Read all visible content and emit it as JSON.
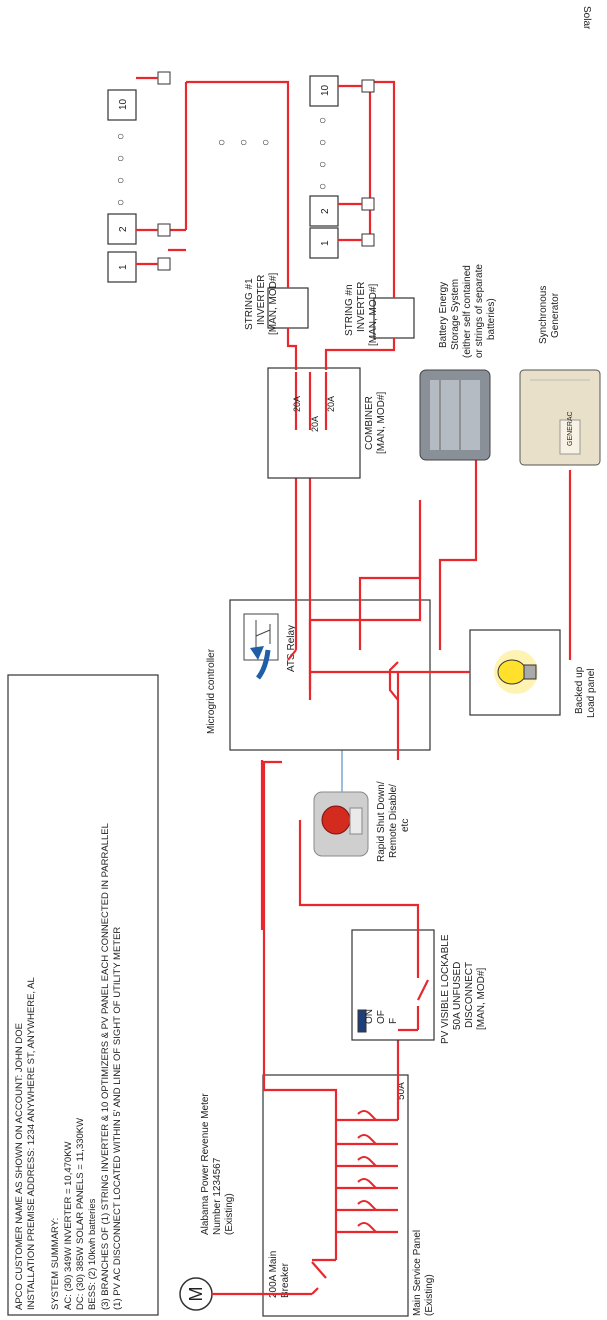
{
  "corner_label": "Solar",
  "summary": {
    "line1": "APCO CUSTOMER NAME AS SHOWN ON ACCOUNT: JOHN DOE",
    "line2": "INSTALLATION PREMISE ADDRESS: 1234 ANYWHERE ST, ANYWHERE, AL",
    "line3": "SYSTEM SUMMARY:",
    "line4": "AC: (30) 349W INVERTER = 10,470KW",
    "line5": "DC: (30) 385W SOLAR PANELS = 11,330KW",
    "line6": "BESS: (2) 10kwh batteries",
    "line7": "(3) BRANCHES OF (1) STRING INVERTER & 10 OPTIMIZERS & PV PANEL EACH CONNECTED IN PARRALLEL",
    "line8": "(1) PV AC DISCONNECT LOCATED WITHIN 5' AND LINE OF SIGHT OF UTILITY METER"
  },
  "meter": {
    "symbol": "M",
    "line1": "Alabama Power Revenue Meter",
    "line2": "Number 1234567",
    "line3": "(Existing)"
  },
  "main_panel": {
    "line1": "Main Service Panel",
    "line2": "(Existing)",
    "main_breaker_1": "200A Main",
    "main_breaker_2": "Breaker",
    "branch": "50A"
  },
  "disconnect": {
    "line1": "PV VISIBLE LOCKABLE",
    "line2": "50A UNFUSED",
    "line3": "DISCONNECT",
    "line4": "[MAN, MOD#]",
    "on": "ON",
    "off_1": "OF",
    "off_2": "F"
  },
  "rapid_shutdown": {
    "line1": "Rapid Shut Down/",
    "line2": "Remote Disable/",
    "line3": "etc"
  },
  "microgrid": {
    "title": "Microgrid controller",
    "relay": "ATS Relay"
  },
  "load_panel": {
    "line1": "Backed up",
    "line2": "Load panel"
  },
  "combiner": {
    "line1": "COMBINER",
    "line2": "[MAN, MOD#]",
    "breakers": [
      "20A",
      "20A",
      "20A"
    ]
  },
  "battery": {
    "line1": "Battery Energy",
    "line2": "Storage System",
    "line3": "(either self contained",
    "line4": "or strings of separate",
    "line5": "batteries)"
  },
  "generator": {
    "line1": "Synchronous",
    "line2": "Generator",
    "brand": "GENERAC"
  },
  "string_1": {
    "line1": "STRING #1",
    "line2": "INVERTER",
    "line3": "[MAN, MOD#]",
    "panels": [
      "1",
      "2",
      "10"
    ]
  },
  "string_n": {
    "line1": "STRING #n",
    "line2": "INVERTER",
    "line3": "[MAN, MOD#]",
    "panels": [
      "1",
      "2",
      "10"
    ]
  },
  "ellipsis_glyph": "○",
  "colors": {
    "wire": "#e8282d",
    "control_wire": "#7aa7d6",
    "box_border": "#333333"
  }
}
